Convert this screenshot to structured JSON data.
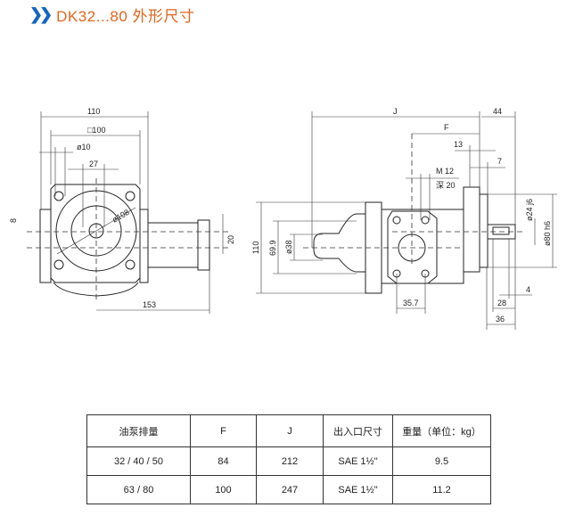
{
  "header": {
    "title": "DK32...80 外形尺寸"
  },
  "front_view": {
    "dims": {
      "width": "110",
      "square": "□100",
      "hole": "ø10",
      "offset": "27",
      "key": "8",
      "shaft_offset": "20",
      "port_dist": "153",
      "pcd": "ø108"
    }
  },
  "side_view": {
    "dims": {
      "J": "J",
      "F": "F",
      "d44": "44",
      "d13": "13",
      "d7": "7",
      "thread": "M 12",
      "depth": "深 20",
      "height": "110",
      "d699": "69.9",
      "d38": "ø38",
      "d24": "ø24 j6",
      "d80": "ø80 h6",
      "d4": "4",
      "d28": "28",
      "d36": "36",
      "d357": "35.7"
    }
  },
  "table": {
    "headers": [
      "油泵排量",
      "F",
      "J",
      "出入口尺寸",
      "重量（单位：kg）"
    ],
    "rows": [
      [
        "32 / 40 / 50",
        "84",
        "212",
        "SAE 1½\"",
        "9.5"
      ],
      [
        "63 / 80",
        "100",
        "247",
        "SAE 1½\"",
        "11.2"
      ]
    ]
  }
}
